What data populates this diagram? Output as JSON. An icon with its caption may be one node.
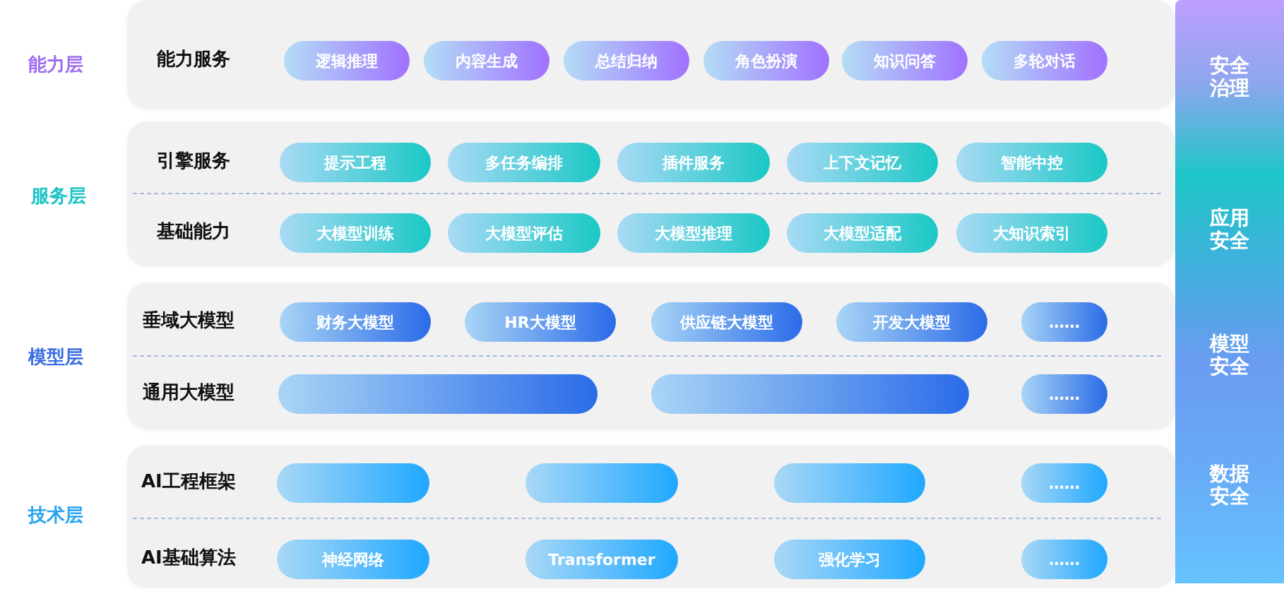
{
  "diagram": {
    "nodes": [
      {
        "text": [
          "能力服务"
        ],
        "beside": [
          "能力层"
        ]
      },
      {
        "text": [
          "逻辑推理"
        ],
        "in": 0
      },
      {
        "text": [
          "内容生成"
        ],
        "in": 0
      },
      {
        "text": [
          "总结归纳"
        ],
        "in": 0
      },
      {
        "text": [
          "角色扮演"
        ],
        "in": 0
      },
      {
        "text": [
          "知识问答"
        ],
        "in": 0
      },
      {
        "text": [
          "多轮对话"
        ],
        "in": 0
      },
      {
        "text": [
          "引擎服务",
          "基础能力"
        ],
        "beside": [
          "服务层"
        ]
      },
      {
        "text": [
          "提示工程"
        ],
        "in": 7
      },
      {
        "text": [
          "多任务编排"
        ],
        "in": 7
      },
      {
        "text": [
          "插件服务"
        ],
        "in": 7
      },
      {
        "text": [
          "上下文记忆"
        ],
        "in": 7
      },
      {
        "text": [
          "智能中控"
        ],
        "in": 7
      },
      {
        "text": [
          "大模型训练"
        ],
        "in": 7
      },
      {
        "text": [
          "大模型评估"
        ],
        "in": 7
      },
      {
        "text": [
          "大模型推理"
        ],
        "in": 7
      },
      {
        "text": [
          "大模型适配"
        ],
        "in": 7
      },
      {
        "text": [
          "大知识索引"
        ],
        "in": 7
      },
      {
        "text": [
          "垂域大模型",
          "通用大模型"
        ],
        "beside": [
          "模型层"
        ]
      },
      {
        "text": [
          "财务大模型"
        ],
        "in": 18
      },
      {
        "text": [
          "HR大模型"
        ],
        "in": 18
      },
      {
        "text": [
          "供应链大模型"
        ],
        "in": 18
      },
      {
        "text": [
          "开发大模型"
        ],
        "in": 18
      },
      {
        "text": [
          "……"
        ],
        "in": 18
      },
      {
        "text": [],
        "shape": "box",
        "in": 18
      },
      {
        "text": [],
        "shape": "box",
        "in": 18
      },
      {
        "text": [
          "……"
        ],
        "in": 18
      },
      {
        "text": [
          "AI工程框架",
          "AI基础算法"
        ],
        "beside": [
          "技术层"
        ]
      },
      {
        "text": [],
        "shape": "box",
        "in": 27
      },
      {
        "text": [],
        "shape": "box",
        "in": 27
      },
      {
        "text": [],
        "shape": "box",
        "in": 27
      },
      {
        "text": [
          "……"
        ],
        "in": 27
      },
      {
        "text": [
          "神经网络"
        ],
        "in": 27
      },
      {
        "text": [
          "Transformer"
        ],
        "in": 27
      },
      {
        "text": [
          "强化学习"
        ],
        "in": 27
      },
      {
        "text": [
          "……"
        ],
        "in": 27
      },
      {
        "text": [
          "安全治理",
          "应用安全",
          "模型安全",
          "数据安全"
        ]
      }
    ]
  }
}
